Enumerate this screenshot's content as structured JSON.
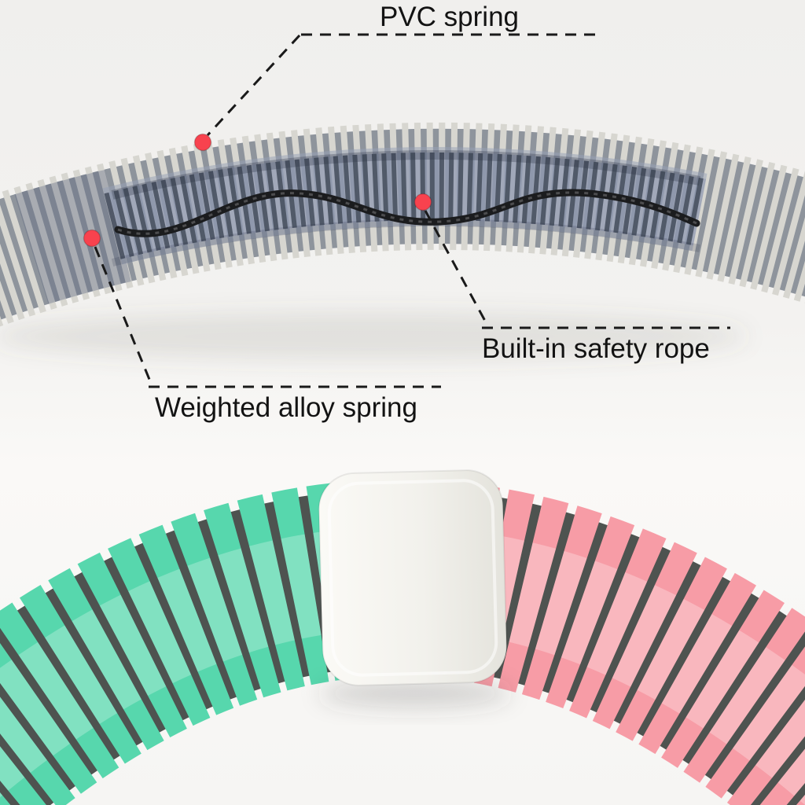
{
  "annotations": {
    "pvc_spring": {
      "label": "PVC spring"
    },
    "built_in_safety_rope": {
      "label": "Built-in safety rope"
    },
    "weighted_alloy_spring": {
      "label": "Weighted alloy spring"
    }
  },
  "colors": {
    "marker_red": "#f8424e",
    "hoop_green": "#57d7ad",
    "hoop_pink": "#f79ca6",
    "tube_rib_gray": "#d7d6d0",
    "tube_gap_gray": "#8e949c",
    "inner_spring_dark": "#4d5564",
    "rope_black": "#1b1c1e",
    "connector_white": "#f4f3ee",
    "callout_line": "#1a1a1a"
  }
}
